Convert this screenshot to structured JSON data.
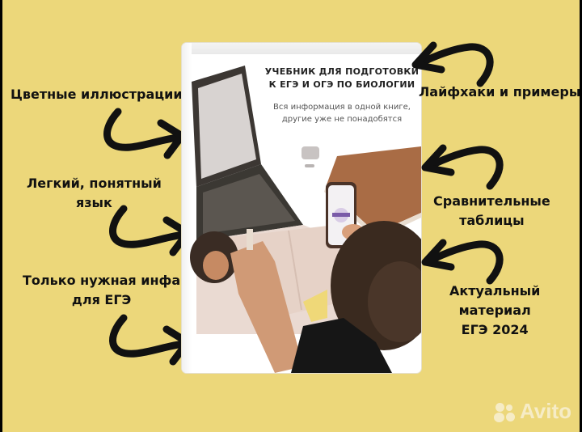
{
  "background_color": "#ecd77a",
  "book": {
    "title_line1": "УЧЕБНИК ДЛЯ ПОДГОТОВКИ",
    "title_line2": "К ЕГЭ И ОГЭ ПО БИОЛОГИИ",
    "subtitle_line1": "Вся информация в одной книге,",
    "subtitle_line2": "другие уже не понадобятся"
  },
  "left_features": [
    {
      "line1": "Цветные иллюстрации",
      "line2": ""
    },
    {
      "line1": "Легкий, понятный",
      "line2": "язык"
    },
    {
      "line1": "Только нужная инфа",
      "line2": "для ЕГЭ"
    }
  ],
  "right_features": [
    {
      "line1": "Лайфхаки и примеры",
      "line2": "",
      "line3": ""
    },
    {
      "line1": "Сравнительные",
      "line2": "таблицы",
      "line3": ""
    },
    {
      "line1": "Актуальный",
      "line2": "материал",
      "line3": "ЕГЭ 2024"
    }
  ],
  "watermark": {
    "text": "Avito",
    "icon": "avito-dots-icon"
  }
}
